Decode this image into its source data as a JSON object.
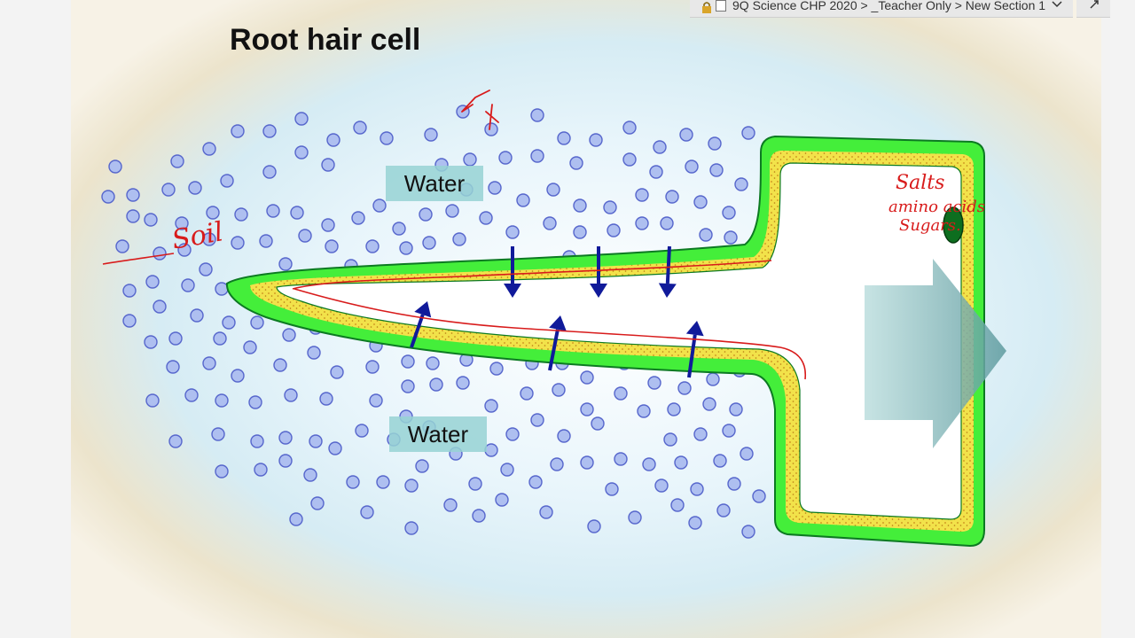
{
  "breadcrumb": {
    "text": "9Q Science CHP 2020 > _Teacher Only > New Section 1",
    "lock_icon": "lock-icon",
    "page_icon": "page-icon",
    "chevron_icon": "chevron-down-icon"
  },
  "expand_icon": "expand-icon",
  "diagram": {
    "title": "Root hair cell",
    "water_labels": [
      "Water",
      "Water"
    ],
    "colors": {
      "cell_wall": "#44ee3a",
      "membrane": "#f2e24a",
      "cytoplasm": "#ffffff",
      "water_particle": "#aebff0",
      "water_particle_outline": "#5666cc",
      "arrow": "#101a9a",
      "annotation": "#d81b1b",
      "big_arrow": "#6fa7aa"
    }
  },
  "annotations": {
    "soil": "Soil",
    "contents": [
      "Salts",
      "amino acids",
      "Sugars."
    ]
  }
}
